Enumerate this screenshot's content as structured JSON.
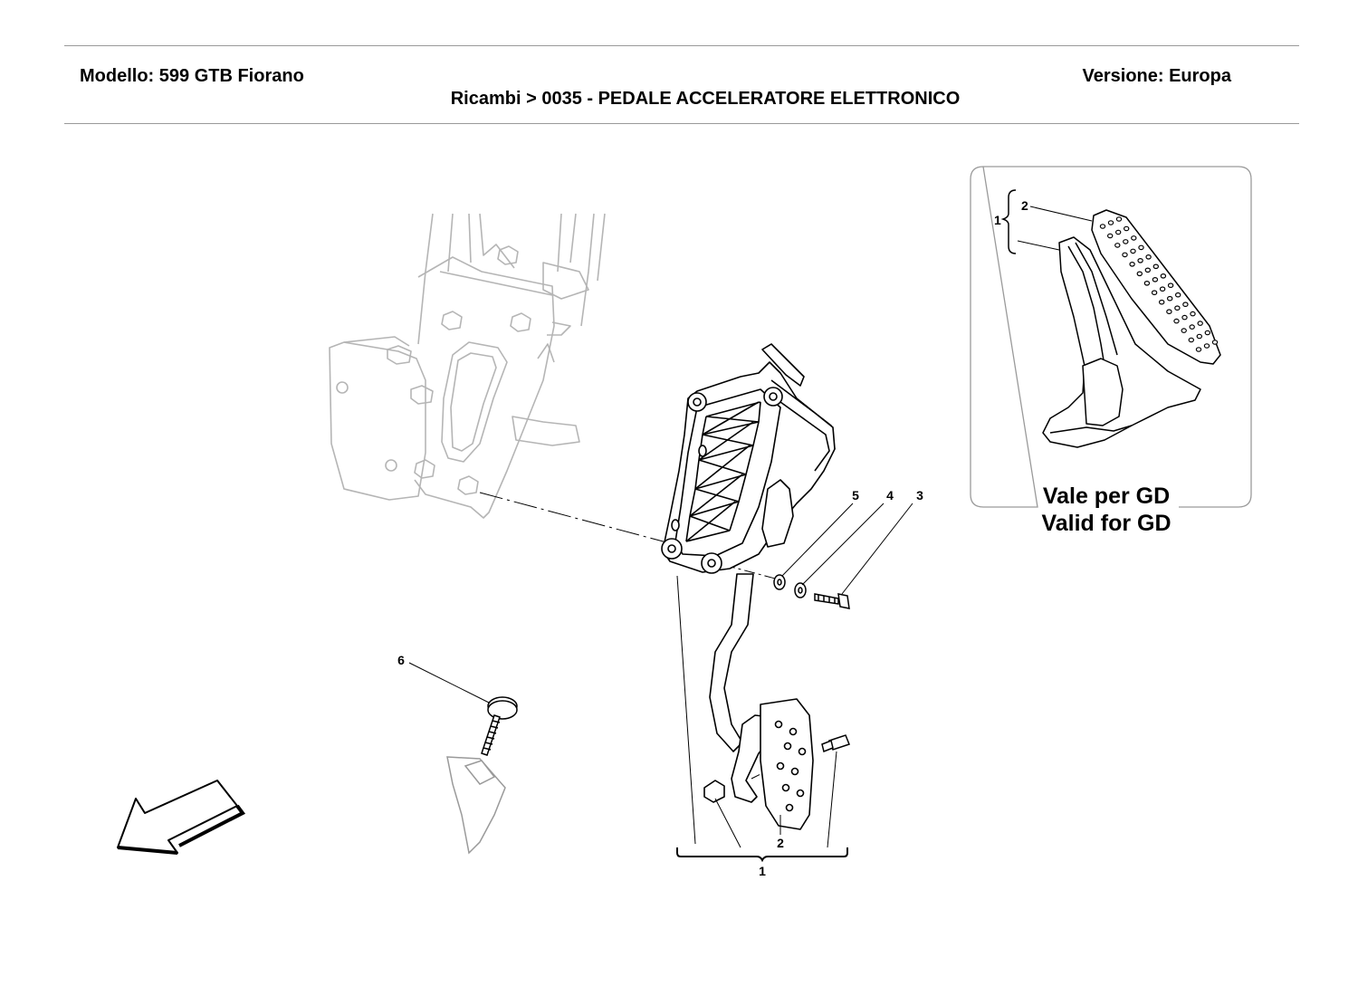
{
  "header": {
    "model": "Modello: 599 GTB Fiorano",
    "version": "Versione: Europa",
    "title": "Ricambi > 0035 - PEDALE ACCELERATORE ELETTRONICO"
  },
  "callouts": {
    "c1": "1",
    "c2": "2",
    "c3": "3",
    "c4": "4",
    "c5": "5",
    "c6": "6"
  },
  "inset": {
    "callout_1": "1",
    "callout_2": "2",
    "label_it": "Vale per GD",
    "label_en": "Valid for GD"
  },
  "icons": {
    "direction_arrow": "arrow-down-left-icon"
  }
}
